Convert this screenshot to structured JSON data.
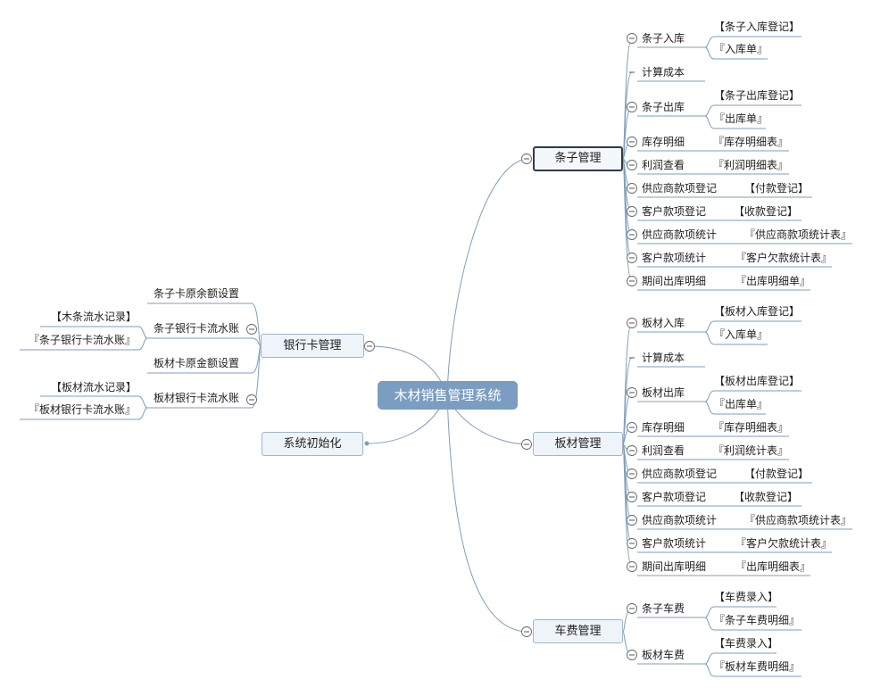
{
  "root": {
    "label": "木材销售管理系统"
  },
  "branches": {
    "tiaozi": {
      "label": "条子管理",
      "items": [
        {
          "label": "条子入库",
          "leaves": [
            "【条子入库登记】",
            "『入库单』"
          ]
        },
        {
          "label": "计算成本",
          "leaves": []
        },
        {
          "label": "条子出库",
          "leaves": [
            "【条子出库登记】",
            "『出库单』"
          ]
        },
        {
          "label": "库存明细",
          "leaves": [
            "『库存明细表』"
          ]
        },
        {
          "label": "利润查看",
          "leaves": [
            "『利润明细表』"
          ]
        },
        {
          "label": "供应商款项登记",
          "leaves": [
            "【付款登记】"
          ]
        },
        {
          "label": "客户款项登记",
          "leaves": [
            "【收款登记】"
          ]
        },
        {
          "label": "供应商款项统计",
          "leaves": [
            "『供应商款项统计表』"
          ]
        },
        {
          "label": "客户款项统计",
          "leaves": [
            "『客户欠款统计表』"
          ]
        },
        {
          "label": "期间出库明细",
          "leaves": [
            "『出库明细单』"
          ]
        }
      ]
    },
    "bancai": {
      "label": "板材管理",
      "items": [
        {
          "label": "板材入库",
          "leaves": [
            "【板材入库登记】",
            "『入库单』"
          ]
        },
        {
          "label": "计算成本",
          "leaves": []
        },
        {
          "label": "板材出库",
          "leaves": [
            "【板材出库登记】",
            "『出库单』"
          ]
        },
        {
          "label": "库存明细",
          "leaves": [
            "『库存明细表』"
          ]
        },
        {
          "label": "利润查看",
          "leaves": [
            "『利润统计表』"
          ]
        },
        {
          "label": "供应商款项登记",
          "leaves": [
            "【付款登记】"
          ]
        },
        {
          "label": "客户款项登记",
          "leaves": [
            "【收款登记】"
          ]
        },
        {
          "label": "供应商款项统计",
          "leaves": [
            "『供应商款项统计表』"
          ]
        },
        {
          "label": "客户款项统计",
          "leaves": [
            "『客户欠款统计表』"
          ]
        },
        {
          "label": "期间出库明细",
          "leaves": [
            "『出库明细表』"
          ]
        }
      ]
    },
    "chefei": {
      "label": "车费管理",
      "items": [
        {
          "label": "条子车费",
          "leaves": [
            "【车费录入】",
            "『条子车费明细』"
          ]
        },
        {
          "label": "板材车费",
          "leaves": [
            "【车费录入】",
            "『板材车费明细』"
          ]
        }
      ]
    },
    "bank": {
      "label": "银行卡管理",
      "items": [
        {
          "label": "条子卡原余额设置",
          "leaves": []
        },
        {
          "label": "条子银行卡流水账",
          "leaves": [
            "【木条流水记录】",
            "『条子银行卡流水账』"
          ]
        },
        {
          "label": "板材卡原金额设置",
          "leaves": []
        },
        {
          "label": "板材银行卡流水账",
          "leaves": [
            "【板材流水记录】",
            "『板材银行卡流水账』"
          ]
        }
      ]
    },
    "init": {
      "label": "系统初始化"
    }
  },
  "colors": {
    "line": "#7e9fbb",
    "root_fill": "#7a9dc1",
    "node_fill": "#eef4f9",
    "node_border": "#9fb6c8",
    "selected_border": "#2e3b4a"
  },
  "icons": {
    "collapse": "minus-circle-icon",
    "expand": "dot-icon"
  }
}
